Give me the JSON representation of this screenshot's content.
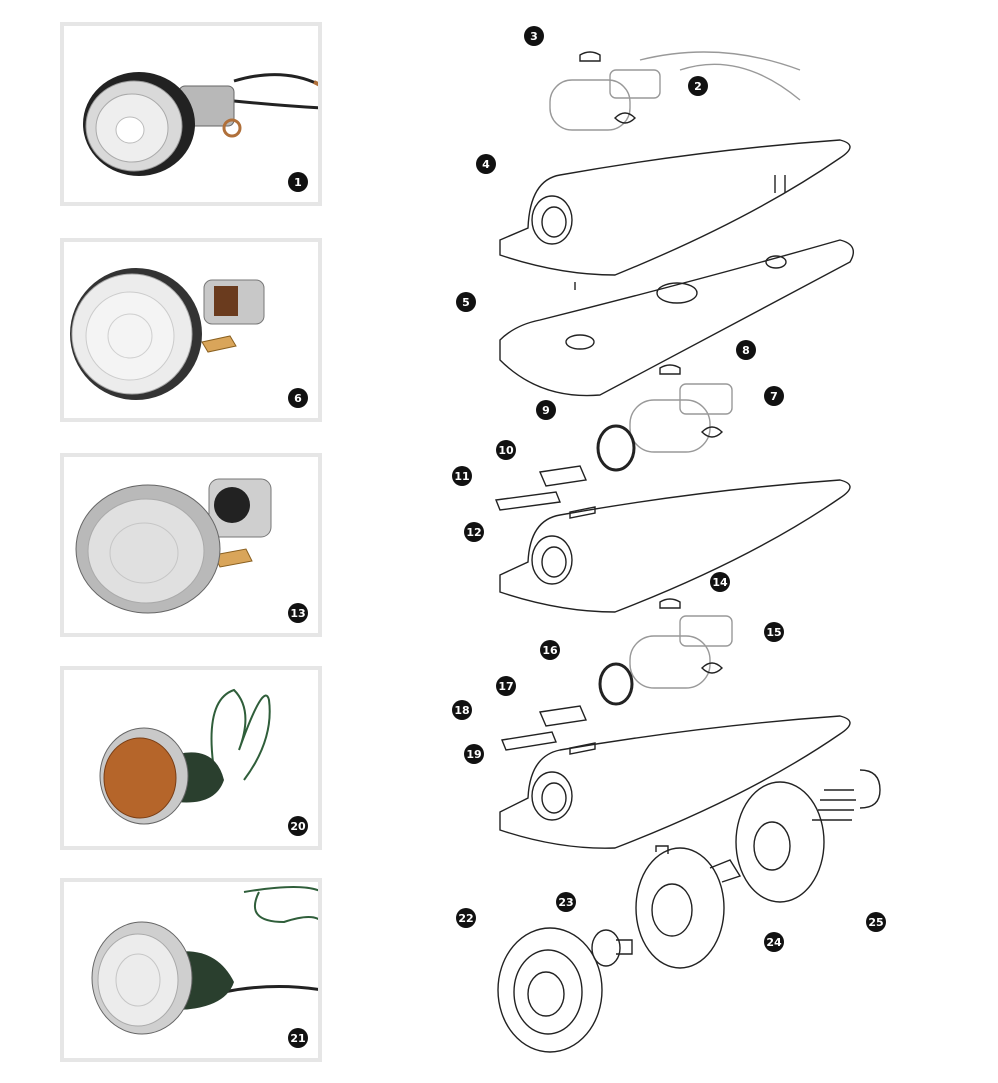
{
  "photos": [
    {
      "id": "p1",
      "number": "1"
    },
    {
      "id": "p6",
      "number": "6"
    },
    {
      "id": "p13",
      "number": "13"
    },
    {
      "id": "p20",
      "number": "20"
    },
    {
      "id": "p21",
      "number": "21"
    }
  ],
  "callouts": [
    "2",
    "3",
    "4",
    "5",
    "7",
    "8",
    "9",
    "10",
    "11",
    "12",
    "14",
    "15",
    "16",
    "17",
    "18",
    "19",
    "22",
    "23",
    "24",
    "25"
  ],
  "colors": {
    "frame": "#e6e6e6",
    "callout": "#111111",
    "chrome": "#c9c9c9",
    "amber": "#b5652a",
    "wire_green": "#2f5e3a"
  }
}
